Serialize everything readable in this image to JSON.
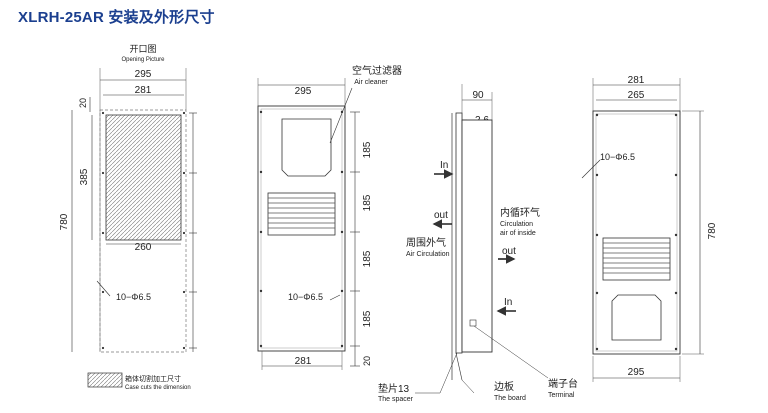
{
  "title": "XLRH-25AR 安装及外形尺寸",
  "opening": {
    "title_cn": "开口图",
    "title_en": "Opening Picture",
    "dim_top_outer": "295",
    "dim_top_inner": "281",
    "dim_top_margin": "20",
    "dim_height_385": "385",
    "dim_height_780": "780",
    "dim_bottom_260": "260",
    "hole_label": "10−Φ6.5"
  },
  "front": {
    "dim_top": "295",
    "air_cleaner_cn": "空气过滤器",
    "air_cleaner_en": "Air cleaner",
    "dim_185_a": "185",
    "dim_185_b": "185",
    "dim_185_c": "185",
    "dim_185_d": "185",
    "dim_bottom_margin": "20",
    "dim_bottom": "281",
    "hole_label": "10−Φ6.5"
  },
  "side": {
    "dim_90": "90",
    "dim_2_6": "2.6",
    "in_top": "In",
    "out_left": "out",
    "internal_cn": "内循环气",
    "internal_en1": "Circulation",
    "internal_en2": "air of inside",
    "external_cn": "周围外气",
    "external_en": "Air Circulation",
    "out_right": "out",
    "in_bottom": "In",
    "spacer_cn": "垫片13",
    "spacer_en": "The spacer",
    "board_cn": "边板",
    "board_en": "The board",
    "terminal_cn": "端子台",
    "terminal_en": "Terminal"
  },
  "back": {
    "dim_outer": "281",
    "dim_inner": "265",
    "hole_label": "10−Φ6.5",
    "dim_height": "780",
    "dim_bottom": "295"
  },
  "legend": {
    "cn": "箱体切割加工尺寸",
    "en": "Case cuts the dimension"
  }
}
